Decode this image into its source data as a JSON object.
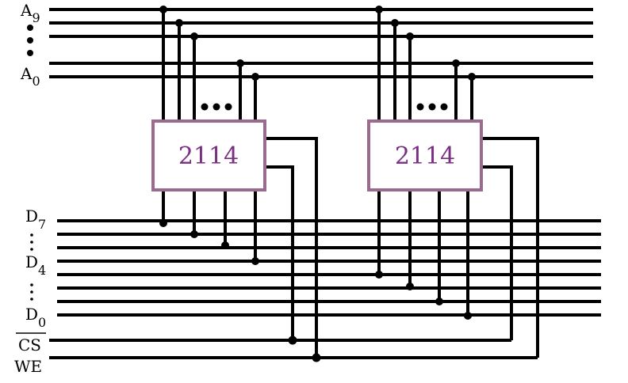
{
  "chips": [
    {
      "label": "2114"
    },
    {
      "label": "2114"
    }
  ],
  "labels": {
    "a_high": {
      "base": "A",
      "sub": "9"
    },
    "a_low": {
      "base": "A",
      "sub": "0"
    },
    "d7": {
      "base": "D",
      "sub": "7"
    },
    "d4": {
      "base": "D",
      "sub": "4"
    },
    "d0": {
      "base": "D",
      "sub": "0"
    },
    "cs": "CS",
    "we": "WE"
  },
  "colors": {
    "wire": "#000000",
    "chip_border": "#9b6a8f",
    "chip_text": "#7a2f83"
  }
}
